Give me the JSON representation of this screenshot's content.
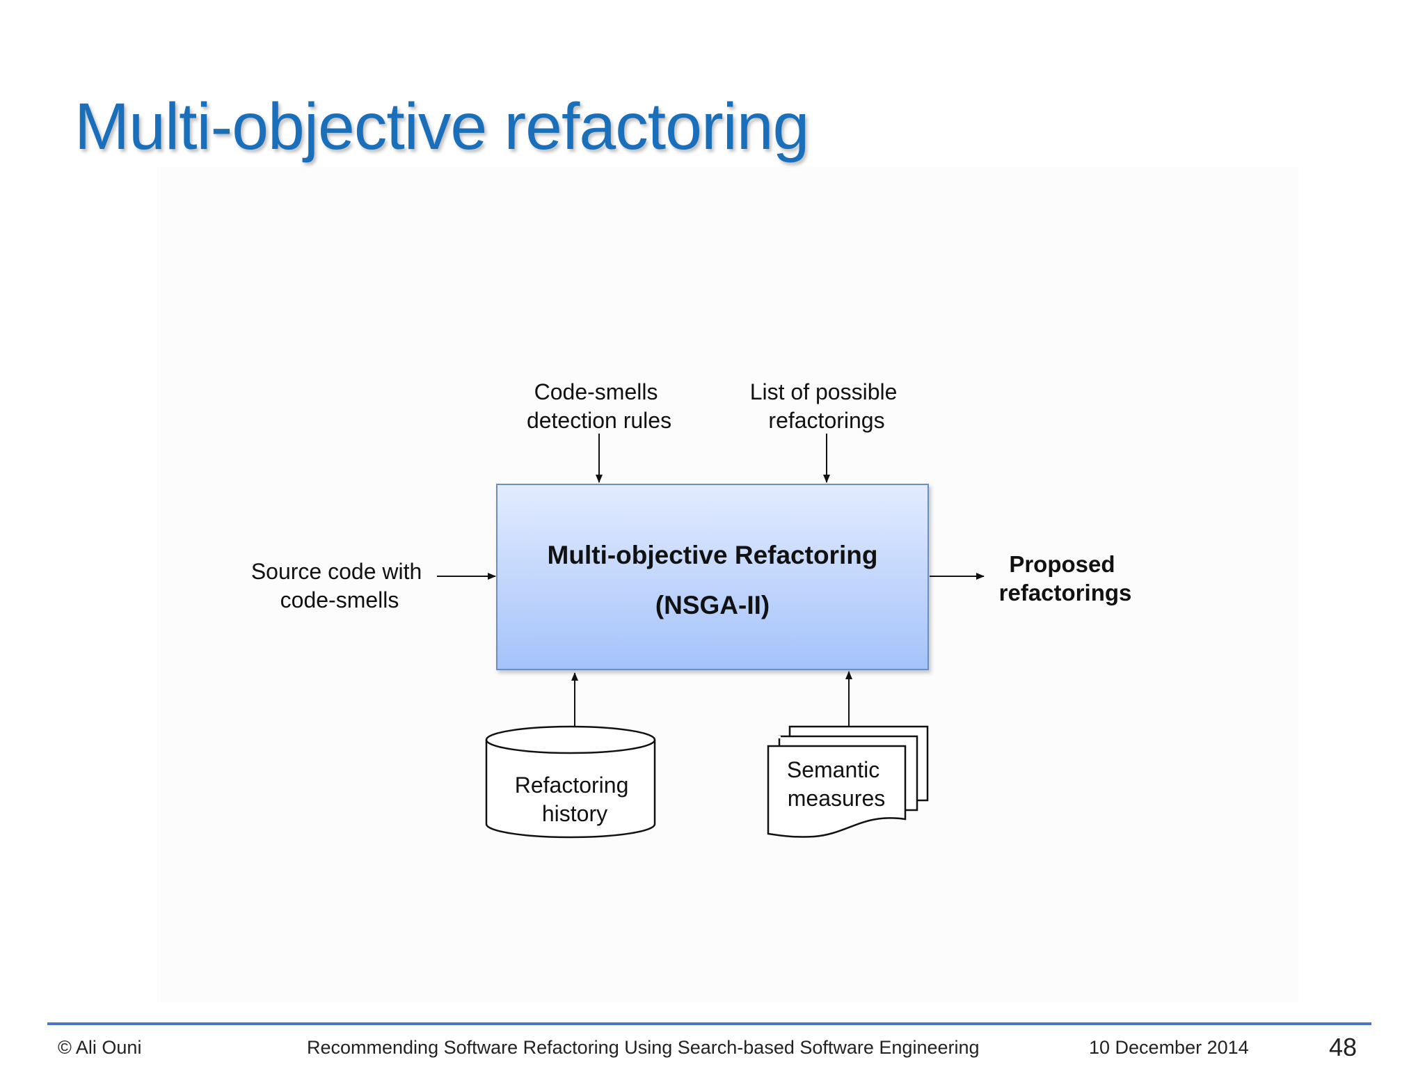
{
  "slide": {
    "title": "Multi-objective refactoring"
  },
  "diagram": {
    "inputs_top": {
      "detection_rules": [
        "Code-smells",
        "detection rules"
      ],
      "possible_refactorings": [
        "List of possible",
        "refactorings"
      ]
    },
    "input_left": [
      "Source code with",
      "code-smells"
    ],
    "central_process": {
      "name": "Multi-objective Refactoring",
      "algorithm": "(NSGA-II)"
    },
    "output_right": [
      "Proposed",
      "refactorings"
    ],
    "inputs_bottom": {
      "history_store": [
        "Refactoring",
        "history"
      ],
      "semantic_documents": [
        "Semantic",
        "measures"
      ]
    }
  },
  "footer": {
    "copyright": "© Ali Ouni",
    "presentation_title": "Recommending Software Refactoring Using Search-based Software Engineering",
    "date": "10 December 2014",
    "page_number": "48"
  },
  "colors": {
    "title": "#1a6fba",
    "footer_rule": "#4a77c0",
    "box_top": "#e3ecfe",
    "box_bottom": "#a4c2fa",
    "box_border": "#6b8fb8"
  }
}
